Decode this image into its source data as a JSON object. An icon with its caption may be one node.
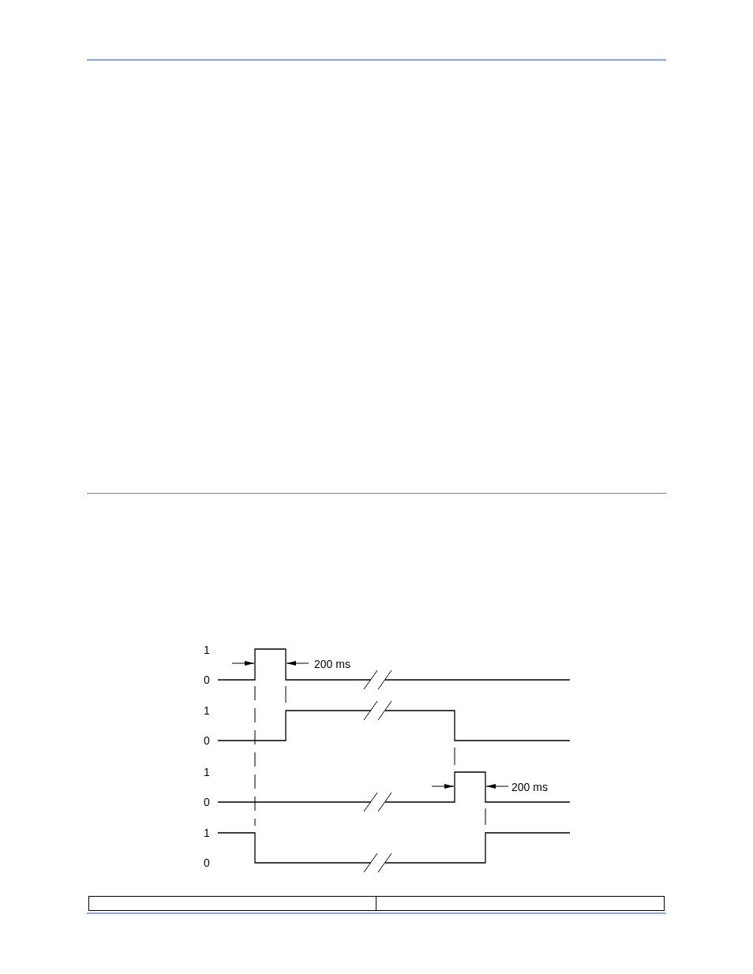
{
  "diagram": {
    "labels": [
      "1",
      "200 ms",
      "0",
      "1",
      "0",
      "1",
      "200 ms",
      "0",
      "1",
      "0"
    ]
  }
}
